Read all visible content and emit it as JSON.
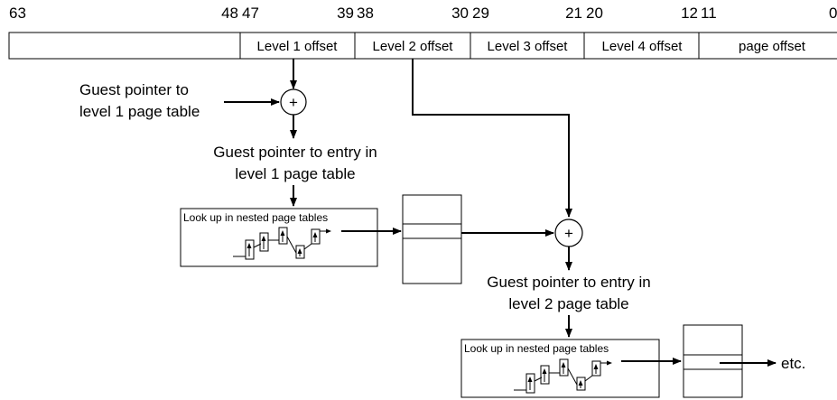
{
  "bit_numbers": {
    "b63": "63",
    "b48": "48",
    "b47": "47",
    "b39": "39",
    "b38": "38",
    "b30": "30",
    "b29": "29",
    "b21": "21",
    "b20": "20",
    "b12": "12",
    "b11": "11",
    "b0": "0"
  },
  "fields": {
    "level1": "Level 1 offset",
    "level2": "Level 2 offset",
    "level3": "Level 3 offset",
    "level4": "Level 4 offset",
    "page": "page offset"
  },
  "labels": {
    "guest_ptr_l1_line1": "Guest pointer to",
    "guest_ptr_l1_line2": "level 1 page table",
    "entry_l1_line1": "Guest pointer to entry in",
    "entry_l1_line2": "level 1 page table",
    "entry_l2_line1": "Guest pointer to entry in",
    "entry_l2_line2": "level 2 page table",
    "etc": "etc."
  },
  "lookup_box": {
    "title": "Look up in nested page tables"
  },
  "operator": {
    "plus": "+"
  }
}
